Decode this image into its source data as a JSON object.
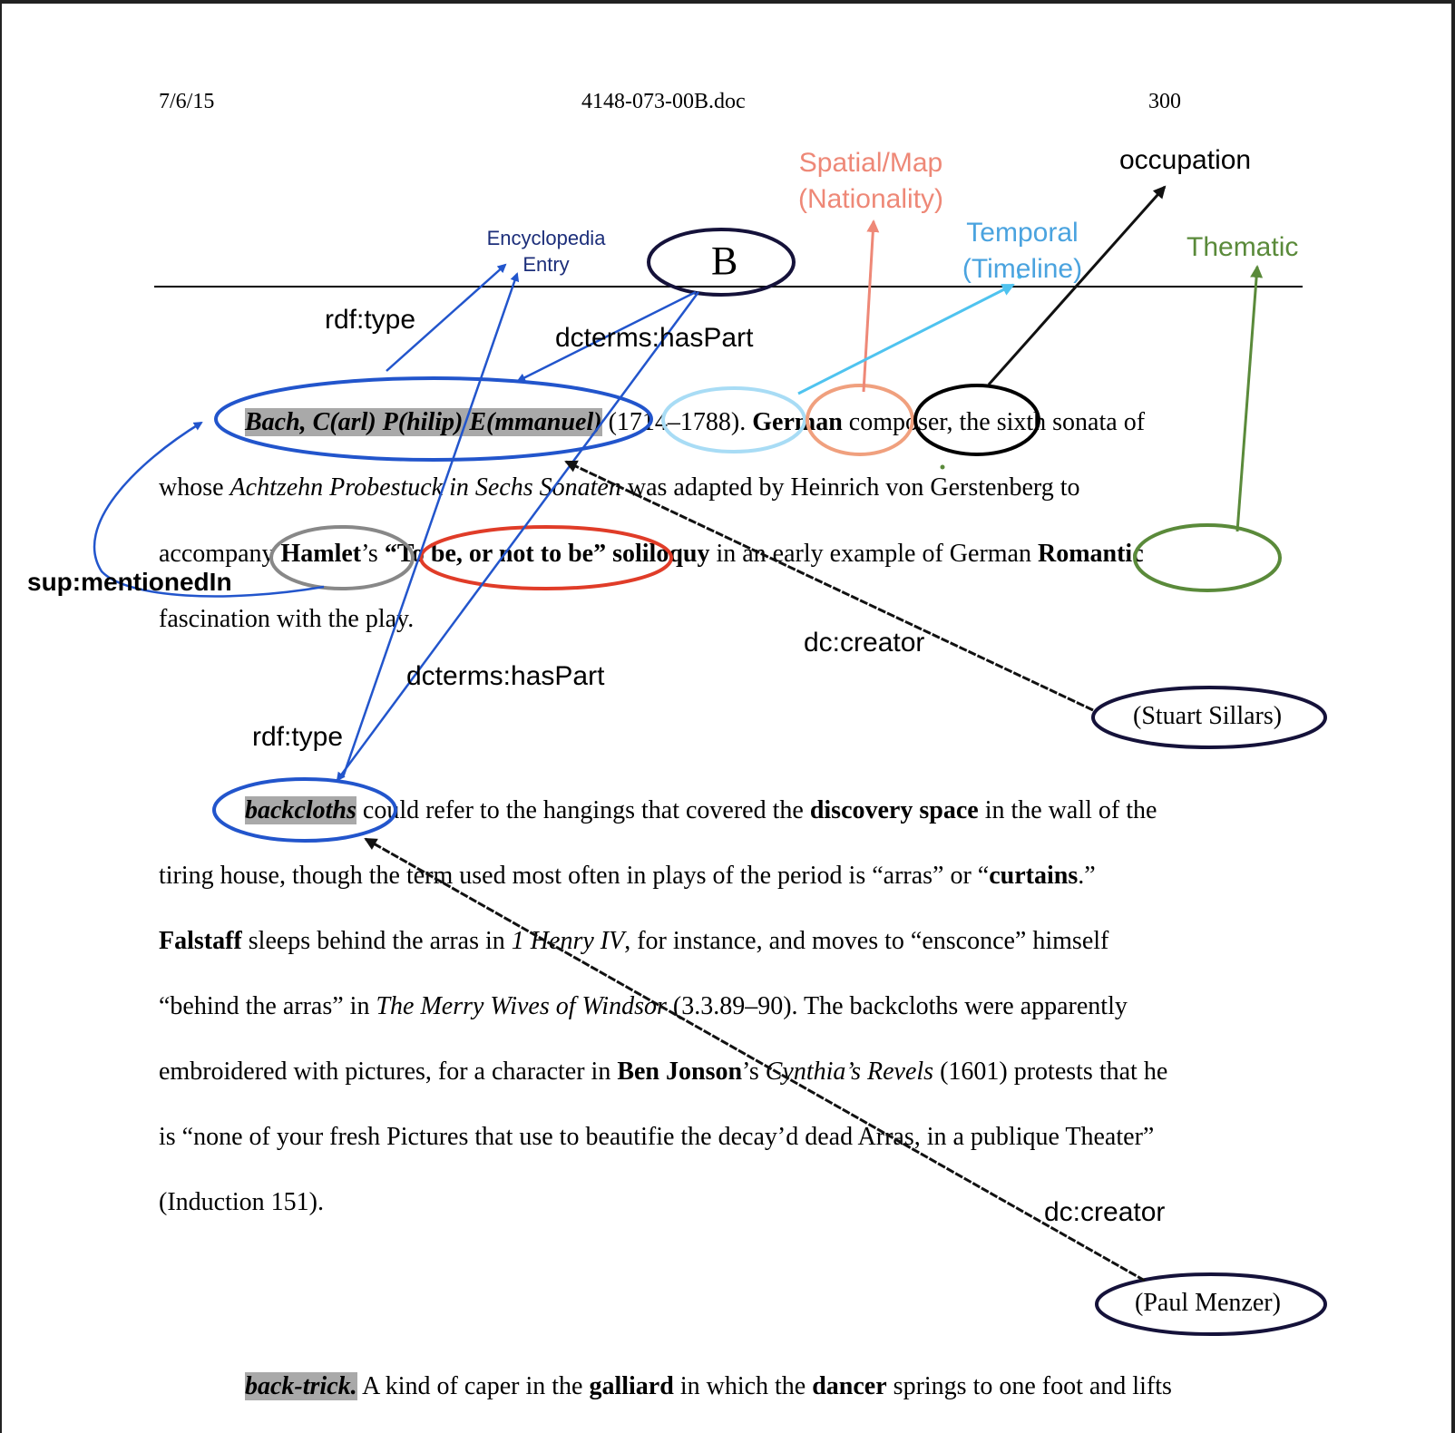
{
  "header": {
    "date": "7/6/15",
    "filename": "4148-073-00B.doc",
    "page": "300"
  },
  "annotations": {
    "encyclopedia": [
      "Encyclopedia",
      "Entry"
    ],
    "b_node": "B",
    "spatial": [
      "Spatial/Map",
      "(Nationality)"
    ],
    "temporal": [
      "Temporal",
      "(Timeline)"
    ],
    "occupation": "occupation",
    "thematic": "Thematic",
    "rdf_type": "rdf:type",
    "dcterms_haspart": "dcterms:hasPart",
    "sup_mentionedin": "sup:mentionedIn",
    "dc_creator": "dc:creator",
    "stuart": "(Stuart Sillars)",
    "paul": "(Paul Menzer)"
  },
  "entry1": {
    "head": "Bach, C(arl) P(hilip) E(mmanuel)",
    "l1_a": " (1714–1788). ",
    "l1_german": "German",
    "l1_b": " composer, the sixth sonata of",
    "l2_a": "whose ",
    "l2_title": "Achtzehn Probestuck in Sechs Sonaten",
    "l2_b": " was adapted by Heinrich von Gerstenberg to",
    "l3_a": "accompany ",
    "l3_hamlet": "Hamlet",
    "l3_b": "’s ",
    "l3_tobe": "“To be, or not to be”",
    "l3_c": " ",
    "l3_soliloquy": "soliloquy",
    "l3_d": " in an early example of German ",
    "l3_romantic": "Romantic",
    "l4": "fascination with the play."
  },
  "entry2": {
    "head": "backcloths",
    "l1_a": " could refer to the hangings that covered the ",
    "l1_disc": "discovery space",
    "l1_b": " in the wall of the",
    "l2_a": "tiring house, though the term used most often in plays of the period is “arras” or “",
    "l2_curtains": "curtains",
    "l2_b": ".”",
    "l3_falstaff": "Falstaff",
    "l3_a": " sleeps behind the arras in ",
    "l3_henry": "1 Henry IV",
    "l3_b": ", for instance, and moves to “ensconce” himself",
    "l4_a": "“behind the arras” in ",
    "l4_merry": "The Merry Wives of Windsor",
    "l4_b": " (3.3.89–90). The backcloths were apparently",
    "l5_a": "embroidered with pictures, for a character in ",
    "l5_ben": "Ben Jonson",
    "l5_b": "’s ",
    "l5_cynthia": "Cynthia’s Revels",
    "l5_c": " (1601) protests that he",
    "l6": "is “none of your fresh Pictures that use to beautifie the decay’d dead Arras, in a publique Theater”",
    "l7": "(Induction 151)."
  },
  "entry3": {
    "head": "back-trick.",
    "l1_a": " A kind of caper in the ",
    "l1_galliard": "galliard",
    "l1_b": " in which the ",
    "l1_dancer": "dancer",
    "l1_c": " springs to one foot and lifts"
  },
  "colors": {
    "blue": "#2255cc",
    "navy": "#1c2e7a",
    "salmon": "#ee8877",
    "light_blue": "#4aa3df",
    "green": "#5a8a3a",
    "red": "#e03c28",
    "gray": "#888888",
    "dark_oval": "#15123a",
    "cyan_oval": "#a8dcf5",
    "orange_oval": "#f0a07e"
  }
}
